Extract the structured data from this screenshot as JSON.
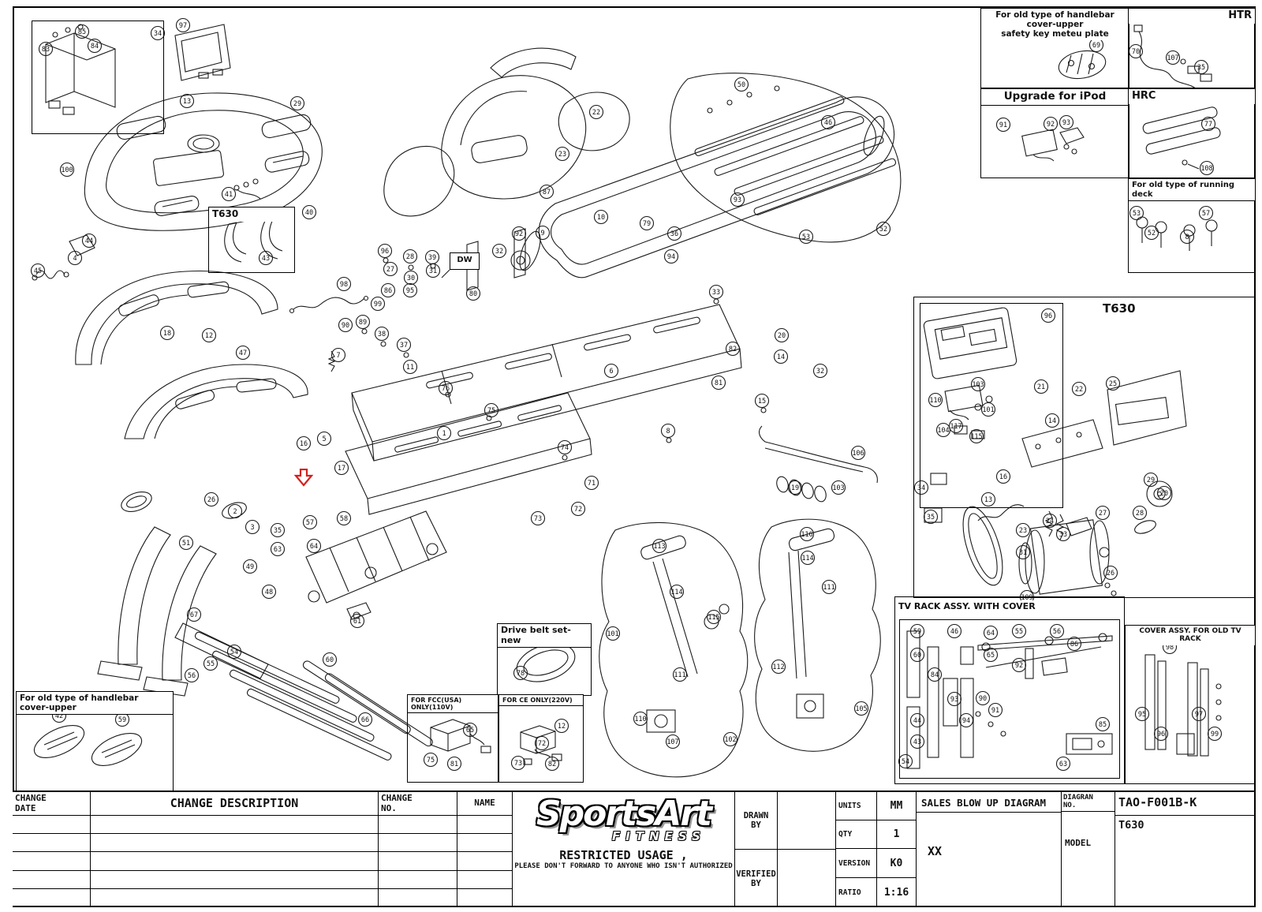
{
  "insets": {
    "tl_bracket": {
      "label": ""
    },
    "t630_small": {
      "label": "T630"
    },
    "safety_key": {
      "label": "For old type of handlebar cover-upper\nsafety key meteu plate"
    },
    "htr": {
      "label": "HTR"
    },
    "ipod": {
      "label": "Upgrade for iPod"
    },
    "hrc": {
      "label": "HRC"
    },
    "running_deck": {
      "label": "For old type of running deck"
    },
    "t630_region": {
      "label": "T630"
    },
    "tv_rack": {
      "label": "TV RACK ASSY. WITH COVER"
    },
    "cover_assy": {
      "label": "COVER ASSY. FOR OLD TV RACK"
    },
    "old_handlebar": {
      "label": "For old type of handlebar cover-upper"
    },
    "drive_belt": {
      "label": "Drive belt set-new"
    },
    "fcc": {
      "label": "FOR FCC(USA) ONLY(110V)"
    },
    "ce": {
      "label": "FOR CE ONLY(220V)"
    }
  },
  "flags": {
    "dw": "DW"
  },
  "titleblock": {
    "change_date": "CHANGE\nDATE",
    "change_description": "CHANGE DESCRIPTION",
    "change_no": "CHANGE\nNO.",
    "name": "NAME",
    "logo": "SportsArt",
    "logo_sub": "FITNESS",
    "restricted_1": "RESTRICTED USAGE ,",
    "restricted_2": "PLEASE DON'T FORWARD TO ANYONE WHO ISN'T AUTHORIZED",
    "drawn_by": "DRAWN\nBY",
    "verified_by": "VERIFIED\nBY",
    "units_label": "UNITS",
    "units_value": "MM",
    "qty_label": "QTY",
    "qty_value": "1",
    "version_label": "VERSION",
    "version_value": "K0",
    "ratio_label": "RATIO",
    "ratio_value": "1:16",
    "sales_title": "SALES BLOW UP DIAGRAM",
    "xx": "XX",
    "diagram_no_label": "DIAGRAN\nNO.",
    "diagram_no_value": "TAO-F001B-K",
    "model_label": "MODEL",
    "model_value": "T630"
  },
  "callouts": [
    [
      200,
      42,
      "34"
    ],
    [
      232,
      32,
      "97"
    ],
    [
      58,
      62,
      "83"
    ],
    [
      104,
      40,
      "85"
    ],
    [
      120,
      58,
      "84"
    ],
    [
      237,
      128,
      "13"
    ],
    [
      377,
      131,
      "29"
    ],
    [
      85,
      215,
      "100"
    ],
    [
      290,
      246,
      "41"
    ],
    [
      392,
      269,
      "40"
    ],
    [
      113,
      305,
      "44"
    ],
    [
      95,
      327,
      "4"
    ],
    [
      48,
      343,
      "45"
    ],
    [
      337,
      327,
      "43"
    ],
    [
      212,
      422,
      "18"
    ],
    [
      265,
      425,
      "12"
    ],
    [
      308,
      447,
      "47"
    ],
    [
      385,
      562,
      "16"
    ],
    [
      411,
      556,
      "5"
    ],
    [
      433,
      593,
      "17"
    ],
    [
      268,
      633,
      "26"
    ],
    [
      298,
      648,
      "2"
    ],
    [
      320,
      668,
      "3"
    ],
    [
      352,
      672,
      "35"
    ],
    [
      393,
      662,
      "57"
    ],
    [
      436,
      657,
      "58"
    ],
    [
      236,
      688,
      "51"
    ],
    [
      352,
      696,
      "63"
    ],
    [
      398,
      692,
      "64"
    ],
    [
      317,
      718,
      "49"
    ],
    [
      341,
      750,
      "48"
    ],
    [
      246,
      779,
      "67"
    ],
    [
      297,
      826,
      "54"
    ],
    [
      267,
      841,
      "55"
    ],
    [
      243,
      856,
      "56"
    ],
    [
      453,
      787,
      "61"
    ],
    [
      418,
      836,
      "60"
    ],
    [
      463,
      912,
      "66"
    ],
    [
      75,
      907,
      "42"
    ],
    [
      155,
      912,
      "59"
    ],
    [
      436,
      360,
      "98"
    ],
    [
      492,
      368,
      "86"
    ],
    [
      520,
      368,
      "95"
    ],
    [
      479,
      385,
      "99"
    ],
    [
      488,
      318,
      "96"
    ],
    [
      520,
      325,
      "28"
    ],
    [
      548,
      326,
      "39"
    ],
    [
      495,
      341,
      "27"
    ],
    [
      521,
      352,
      "30"
    ],
    [
      549,
      343,
      "31"
    ],
    [
      438,
      412,
      "90"
    ],
    [
      460,
      408,
      "89"
    ],
    [
      484,
      423,
      "38"
    ],
    [
      512,
      437,
      "37"
    ],
    [
      429,
      450,
      "7"
    ],
    [
      520,
      465,
      "11"
    ],
    [
      565,
      492,
      "76"
    ],
    [
      623,
      520,
      "75"
    ],
    [
      716,
      567,
      "74"
    ],
    [
      733,
      645,
      "72"
    ],
    [
      682,
      657,
      "73"
    ],
    [
      750,
      612,
      "71"
    ],
    [
      847,
      546,
      "8"
    ],
    [
      563,
      549,
      "1"
    ],
    [
      775,
      470,
      "6"
    ],
    [
      658,
      296,
      "92"
    ],
    [
      688,
      295,
      "9"
    ],
    [
      713,
      195,
      "23"
    ],
    [
      756,
      142,
      "22"
    ],
    [
      693,
      243,
      "87"
    ],
    [
      762,
      275,
      "10"
    ],
    [
      820,
      283,
      "79"
    ],
    [
      855,
      296,
      "36"
    ],
    [
      633,
      318,
      "32"
    ],
    [
      600,
      372,
      "80"
    ],
    [
      935,
      253,
      "93"
    ],
    [
      851,
      325,
      "94"
    ],
    [
      908,
      370,
      "33"
    ],
    [
      940,
      107,
      "50"
    ],
    [
      1050,
      155,
      "46"
    ],
    [
      1120,
      290,
      "52"
    ],
    [
      1022,
      300,
      "53"
    ],
    [
      991,
      425,
      "20"
    ],
    [
      1040,
      470,
      "32"
    ],
    [
      966,
      508,
      "15"
    ],
    [
      990,
      452,
      "14"
    ],
    [
      1088,
      574,
      "106"
    ],
    [
      1063,
      618,
      "103"
    ],
    [
      1008,
      618,
      "19"
    ],
    [
      911,
      485,
      "81"
    ],
    [
      929,
      442,
      "82"
    ],
    [
      836,
      692,
      "113"
    ],
    [
      858,
      750,
      "114"
    ],
    [
      905,
      782,
      "115"
    ],
    [
      777,
      803,
      "101"
    ],
    [
      812,
      911,
      "110"
    ],
    [
      853,
      940,
      "107"
    ],
    [
      926,
      937,
      "102"
    ],
    [
      862,
      855,
      "111"
    ],
    [
      1023,
      677,
      "116"
    ],
    [
      1024,
      707,
      "114"
    ],
    [
      1051,
      744,
      "111"
    ],
    [
      987,
      845,
      "112"
    ],
    [
      1092,
      898,
      "105"
    ],
    [
      1329,
      400,
      "96"
    ],
    [
      1186,
      507,
      "110"
    ],
    [
      1240,
      487,
      "103"
    ],
    [
      1253,
      519,
      "101"
    ],
    [
      1196,
      545,
      "104"
    ],
    [
      1320,
      490,
      "21"
    ],
    [
      1368,
      493,
      "22"
    ],
    [
      1411,
      486,
      "25"
    ],
    [
      1334,
      533,
      "14"
    ],
    [
      1272,
      604,
      "16"
    ],
    [
      1168,
      618,
      "34"
    ],
    [
      1180,
      655,
      "35"
    ],
    [
      1253,
      633,
      "13"
    ],
    [
      1297,
      672,
      "23"
    ],
    [
      1331,
      660,
      "24"
    ],
    [
      1398,
      650,
      "27"
    ],
    [
      1445,
      650,
      "28"
    ],
    [
      1476,
      625,
      "20"
    ],
    [
      1408,
      726,
      "26"
    ],
    [
      1348,
      677,
      "33"
    ],
    [
      1297,
      700,
      "31"
    ],
    [
      1459,
      608,
      "29"
    ],
    [
      1212,
      540,
      "117"
    ],
    [
      1238,
      553,
      "115"
    ],
    [
      1302,
      757,
      "109"
    ],
    [
      1163,
      800,
      "59"
    ],
    [
      1163,
      830,
      "60"
    ],
    [
      1185,
      855,
      "84"
    ],
    [
      1210,
      800,
      "46"
    ],
    [
      1256,
      802,
      "64"
    ],
    [
      1292,
      800,
      "55"
    ],
    [
      1340,
      800,
      "56"
    ],
    [
      1362,
      816,
      "86"
    ],
    [
      1256,
      830,
      "65"
    ],
    [
      1292,
      843,
      "92"
    ],
    [
      1246,
      885,
      "90"
    ],
    [
      1262,
      900,
      "91"
    ],
    [
      1225,
      913,
      "94"
    ],
    [
      1210,
      886,
      "93"
    ],
    [
      1163,
      913,
      "44"
    ],
    [
      1163,
      940,
      "43"
    ],
    [
      1148,
      965,
      "54"
    ],
    [
      1348,
      968,
      "63"
    ],
    [
      1398,
      918,
      "85"
    ],
    [
      1483,
      820,
      "98"
    ],
    [
      1448,
      905,
      "95"
    ],
    [
      1472,
      930,
      "96"
    ],
    [
      1520,
      905,
      "97"
    ],
    [
      1540,
      930,
      "99"
    ],
    [
      1390,
      57,
      "69"
    ],
    [
      1440,
      65,
      "70"
    ],
    [
      1487,
      73,
      "107"
    ],
    [
      1523,
      85,
      "35"
    ],
    [
      1272,
      158,
      "91"
    ],
    [
      1332,
      157,
      "92"
    ],
    [
      1352,
      155,
      "93"
    ],
    [
      1532,
      157,
      "77"
    ],
    [
      1530,
      213,
      "108"
    ],
    [
      1441,
      270,
      "53"
    ],
    [
      1460,
      295,
      "52"
    ],
    [
      1505,
      300,
      "8"
    ],
    [
      1529,
      270,
      "57"
    ],
    [
      660,
      853,
      "78"
    ],
    [
      596,
      925,
      "65"
    ],
    [
      546,
      963,
      "75"
    ],
    [
      576,
      968,
      "81"
    ],
    [
      712,
      920,
      "12"
    ],
    [
      687,
      942,
      "72"
    ],
    [
      657,
      967,
      "73"
    ],
    [
      700,
      968,
      "82"
    ]
  ]
}
